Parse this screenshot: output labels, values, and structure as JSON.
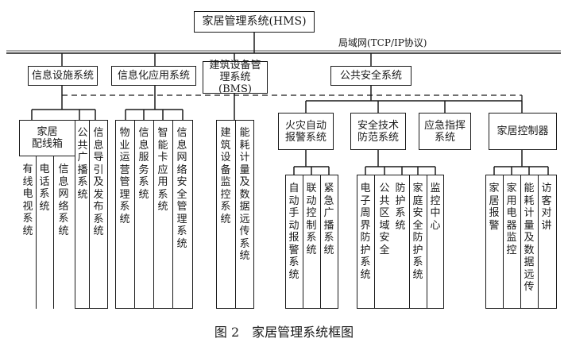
{
  "top": "家居管理系统(HMS)",
  "lan": "局域网(TCP/IP协议)",
  "level1": {
    "info_facility": "信息设施系统",
    "info_app": "信息化应用系统",
    "bms": "建筑设备管\n理系统(BMS)",
    "public_safety": "公共安全系统"
  },
  "info_facility_children": {
    "distribution_box": "家居\n配线箱",
    "cable_tv": "有线电视系统",
    "telephone": "电话系统",
    "info_network": "信息网络系统",
    "broadcast": "公共广播系统",
    "info_guide": "信息导引及发布系统"
  },
  "info_app_children": {
    "property_ops": "物业运营管理系统",
    "info_service": "信息服务系统",
    "smart_card": "智能卡应用系统",
    "net_security": "信息网络安全管理系统"
  },
  "bms_children": {
    "equip_monitor": "建筑设备监控系统",
    "energy_metering": "能耗计量及数据远传系统"
  },
  "safety_children": {
    "fire_alarm": "火灾自动\n报警系统",
    "tech_defense": "安全技术\n防范系统",
    "emergency": "应急指挥\n系统",
    "home_controller": "家居控制器"
  },
  "fire_children": {
    "auto_manual": "自动手动报警系统",
    "linkage": "联动控制系统",
    "emergency_broadcast": "紧急广播系统"
  },
  "defense_children": {
    "perimeter": "电子周界防护系统",
    "public_area": "公共区域安全",
    "protection": "防护系统",
    "home_security": "家庭安全防护系统",
    "monitor_center": "监控中心"
  },
  "controller_children": {
    "home_alarm": "家居报警",
    "appliance_monitor": "家用电器监控",
    "energy_remote": "能耗计量及数据远传",
    "intercom": "访客对讲"
  },
  "caption": "图 2　家居管理系统框图"
}
